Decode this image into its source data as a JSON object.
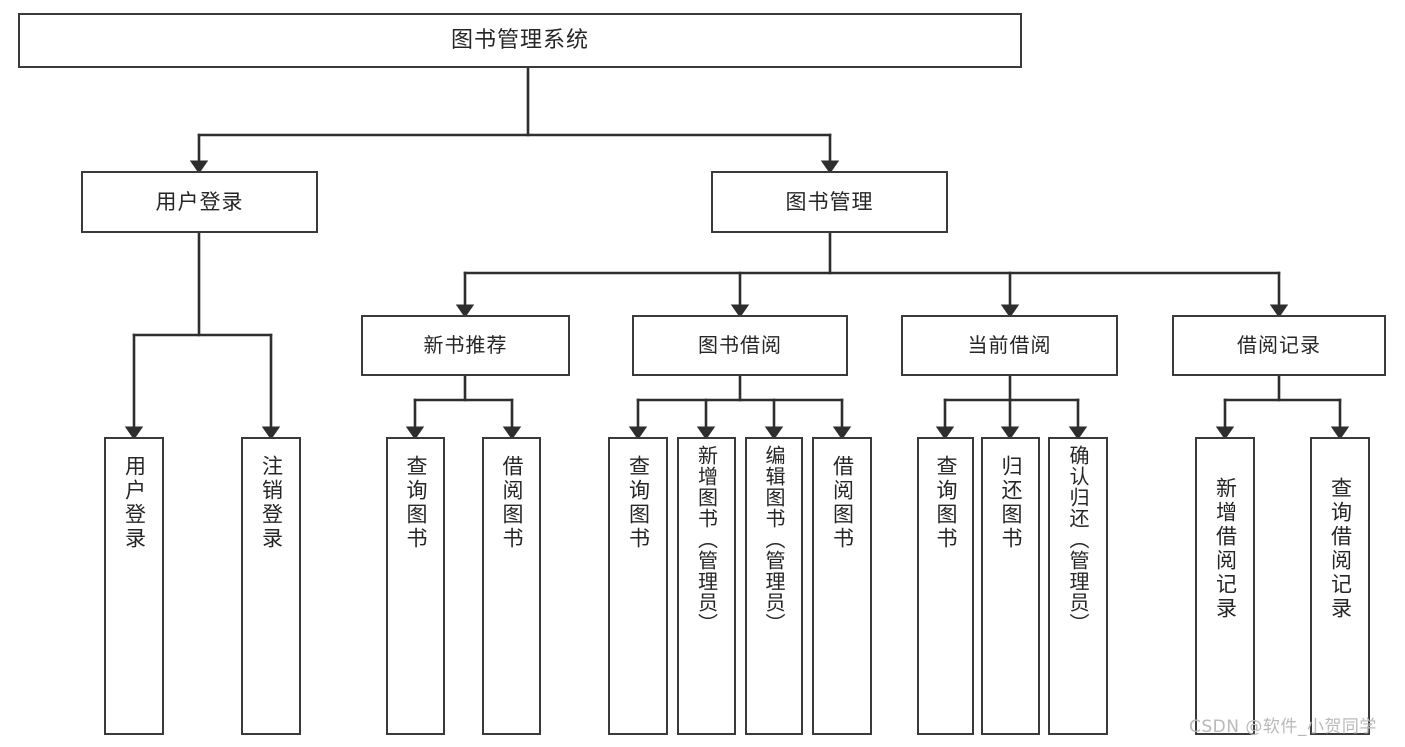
{
  "diagram": {
    "type": "tree-hierarchy-diagram",
    "title": "图书管理系统",
    "orientation": "top-down",
    "colors": {
      "box_border": "#3a3a3a",
      "box_fill": "#ffffff",
      "connector": "#2e2e2e",
      "text": "#262626",
      "watermark": "#b9b9b9"
    },
    "root": {
      "label": "图书管理系统"
    },
    "level1": [
      {
        "id": "user-login",
        "label": "用户登录"
      },
      {
        "id": "book-management",
        "label": "图书管理"
      }
    ],
    "level2": [
      {
        "id": "new-book-recommend",
        "label": "新书推荐"
      },
      {
        "id": "book-borrow",
        "label": "图书借阅"
      },
      {
        "id": "current-borrow",
        "label": "当前借阅"
      },
      {
        "id": "borrow-record",
        "label": "借阅记录"
      }
    ],
    "leaves": {
      "user_login": [
        {
          "id": "leaf-user-login",
          "label": "用户登录"
        },
        {
          "id": "leaf-logout-login",
          "label": "注销登录"
        }
      ],
      "new_book_recommend": [
        {
          "id": "leaf-query-book-1",
          "label": "查询图书"
        },
        {
          "id": "leaf-borrow-book-1",
          "label": "借阅图书"
        }
      ],
      "book_borrow": [
        {
          "id": "leaf-query-book-2",
          "label": "查询图书"
        },
        {
          "id": "leaf-add-book",
          "label": "新增图书（管理员）"
        },
        {
          "id": "leaf-edit-book",
          "label": "编辑图书（管理员）"
        },
        {
          "id": "leaf-borrow-book-2",
          "label": "借阅图书"
        }
      ],
      "current_borrow": [
        {
          "id": "leaf-query-book-3",
          "label": "查询图书"
        },
        {
          "id": "leaf-return-book",
          "label": "归还图书"
        },
        {
          "id": "leaf-confirm-return",
          "label": "确认归还（管理员）"
        }
      ],
      "borrow_record": [
        {
          "id": "leaf-add-record",
          "label": "新增借阅记录"
        },
        {
          "id": "leaf-query-record",
          "label": "查询借阅记录"
        }
      ]
    }
  },
  "watermark": {
    "text": "CSDN @软件_小贺同学"
  }
}
